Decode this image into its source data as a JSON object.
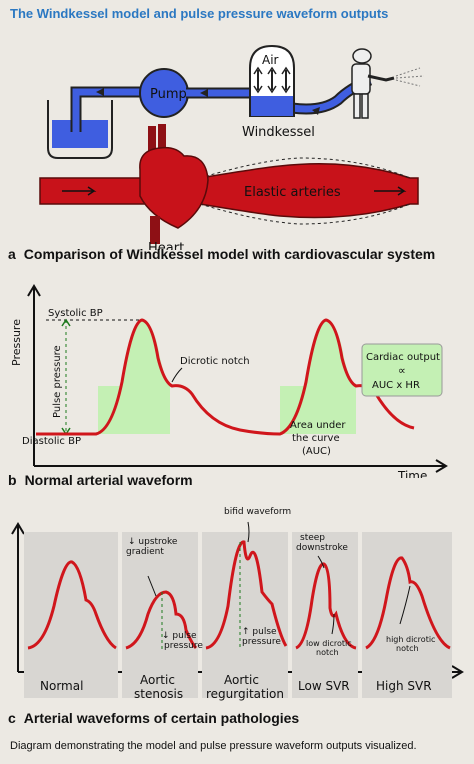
{
  "title": "The Windkessel model and pulse pressure waveform outputs",
  "panel_a": {
    "letter": "a",
    "label": "Comparison of Windkessel model with cardiovascular system",
    "pump": "Pump",
    "air": "Air",
    "windkessel": "Windkessel",
    "elastic_arteries": "Elastic arteries",
    "heart": "Heart"
  },
  "panel_b": {
    "letter": "b",
    "label": "Normal arterial waveform",
    "ylabel": "Pressure",
    "xlabel": "Time",
    "systolic": "Systolic BP",
    "diastolic": "Diastolic BP",
    "pulse_pressure": "Pulse pressure",
    "dicrotic": "Dicrotic notch",
    "auc_line1": "Area under",
    "auc_line2": "the curve",
    "auc_line3": "(AUC)",
    "co_line1": "Cardiac output",
    "co_line2": "∝",
    "co_line3": "AUC x HR"
  },
  "panel_c": {
    "letter": "c",
    "label": "Arterial waveforms of certain pathologies",
    "normal": "Normal",
    "aortic_stenosis_1": "Aortic",
    "aortic_stenosis_2": "stenosis",
    "aortic_regurg_1": "Aortic",
    "aortic_regurg_2": "regurgitation",
    "low_svr": "Low SVR",
    "high_svr": "High SVR",
    "upstroke_1": "↓ upstroke",
    "upstroke_2": "gradient",
    "pp_down_1": "↓ pulse",
    "pp_down_2": "pressure",
    "bifid": "bifid waveform",
    "pp_up_1": "↑ pulse",
    "pp_up_2": "pressure",
    "steep_1": "steep",
    "steep_2": "downstroke",
    "low_dic_1": "low dicrotic",
    "low_dic_2": "notch",
    "high_dic_1": "high dicrotic",
    "high_dic_2": "notch"
  },
  "caption": "Diagram demonstrating the model and pulse pressure waveform outputs visualized.",
  "colors": {
    "title": "#2b78c2",
    "water": "#3f5ee0",
    "artery": "#c8121a",
    "waveform": "#d0161c",
    "auc_fill": "#c4f0b4",
    "panel_bg": "#d8d6d2"
  }
}
